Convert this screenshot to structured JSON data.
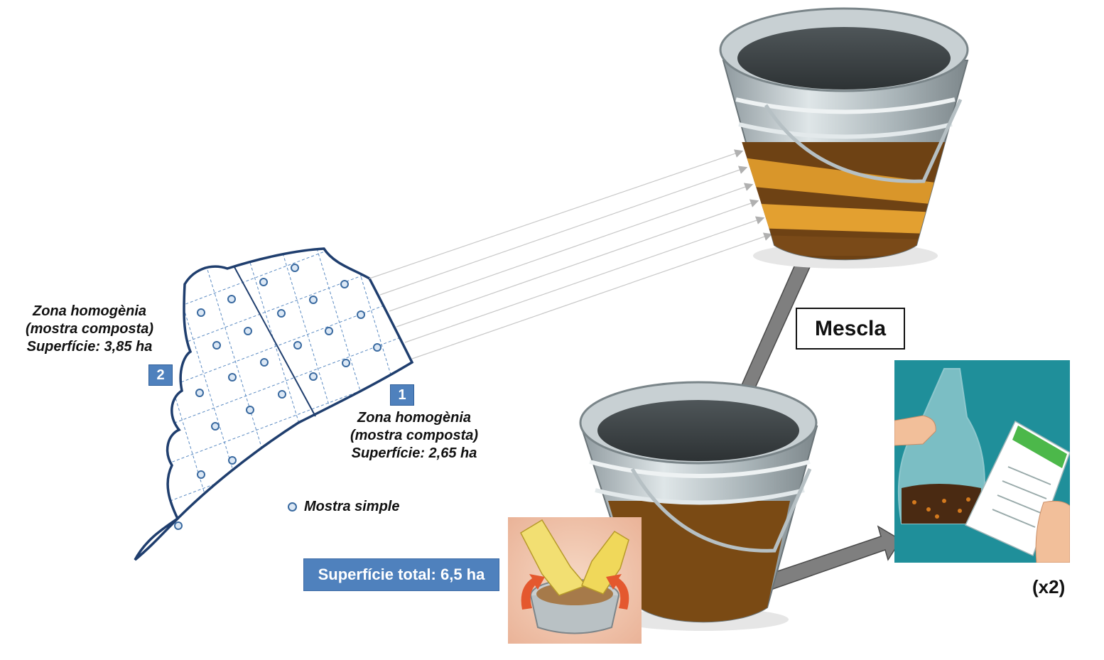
{
  "zones": [
    {
      "number": "2",
      "line1": "Zona homogènia",
      "line2": "(mostra composta)",
      "line3": "Superfície: 3,85 ha"
    },
    {
      "number": "1",
      "line1": "Zona homogènia",
      "line2": "(mostra composta)",
      "line3": "Superfície: 2,65 ha"
    }
  ],
  "legend": {
    "label": "Mostra simple"
  },
  "mix_label": "Mescla",
  "total_area": "Superfície total: 6,5 ha",
  "multiplier": "(x2)",
  "colors": {
    "field_outline": "#1f3e6e",
    "sample_point": "#3a6aa0",
    "badge": "#4f81bd",
    "arrow_gray": "#7f7f7f",
    "soil_brown": "#6e4214",
    "soil_yellow": "#d9962a",
    "bag_bg": "#1f8f9a"
  },
  "icons": [
    "field-map",
    "bucket-layered-soil",
    "bucket-mixed-soil",
    "hands-mixing",
    "sample-bag-with-form"
  ]
}
